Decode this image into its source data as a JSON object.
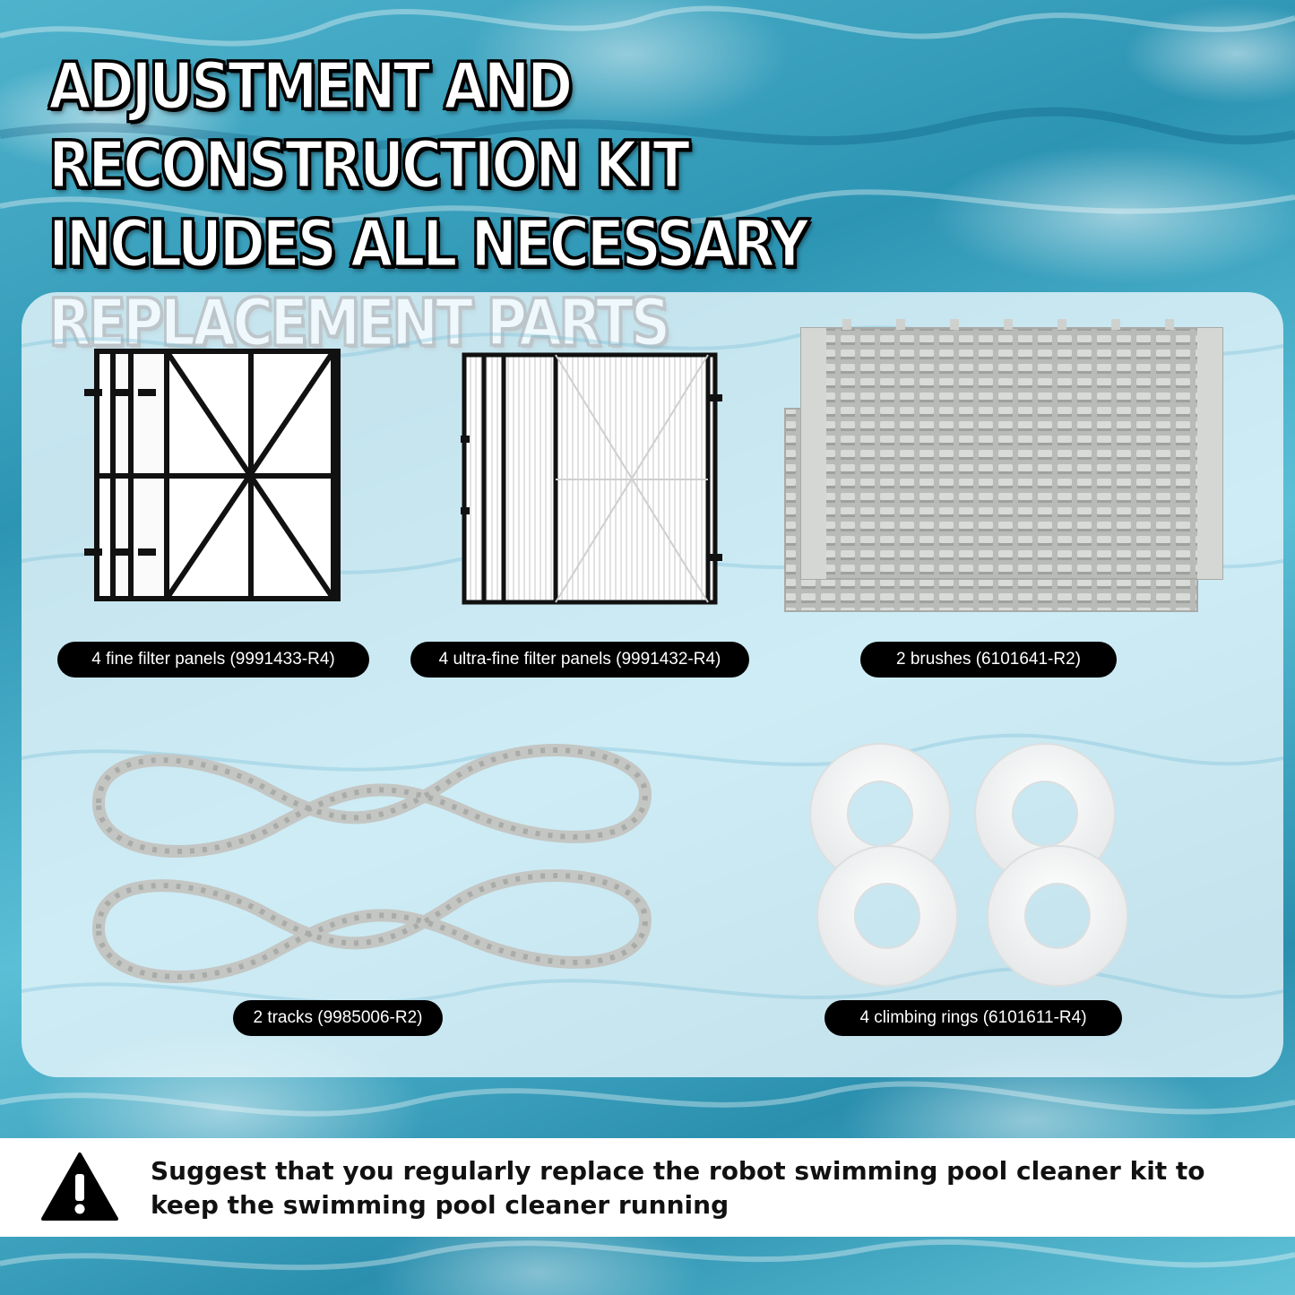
{
  "headline": "ADJUSTMENT AND RECONSTRUCTION KIT INCLUDES ALL NECESSARY REPLACEMENT PARTS",
  "parts": [
    {
      "label": "4 fine filter panels (9991433-R4)"
    },
    {
      "label": "4 ultra-fine filter panels (9991432-R4)"
    },
    {
      "label": "2 brushes (6101641-R2)"
    },
    {
      "label": "2 tracks (9985006-R2)"
    },
    {
      "label": "4 climbing rings (6101611-R4)"
    }
  ],
  "notice": {
    "icon": "warning-icon",
    "text": "Suggest that you regularly replace the robot swimming pool cleaner kit to keep the swimming pool cleaner running"
  },
  "colors": {
    "water": "#2d95b4",
    "label_bg": "#000000",
    "label_text": "#ffffff",
    "part_gray": "#c9cbc8"
  }
}
